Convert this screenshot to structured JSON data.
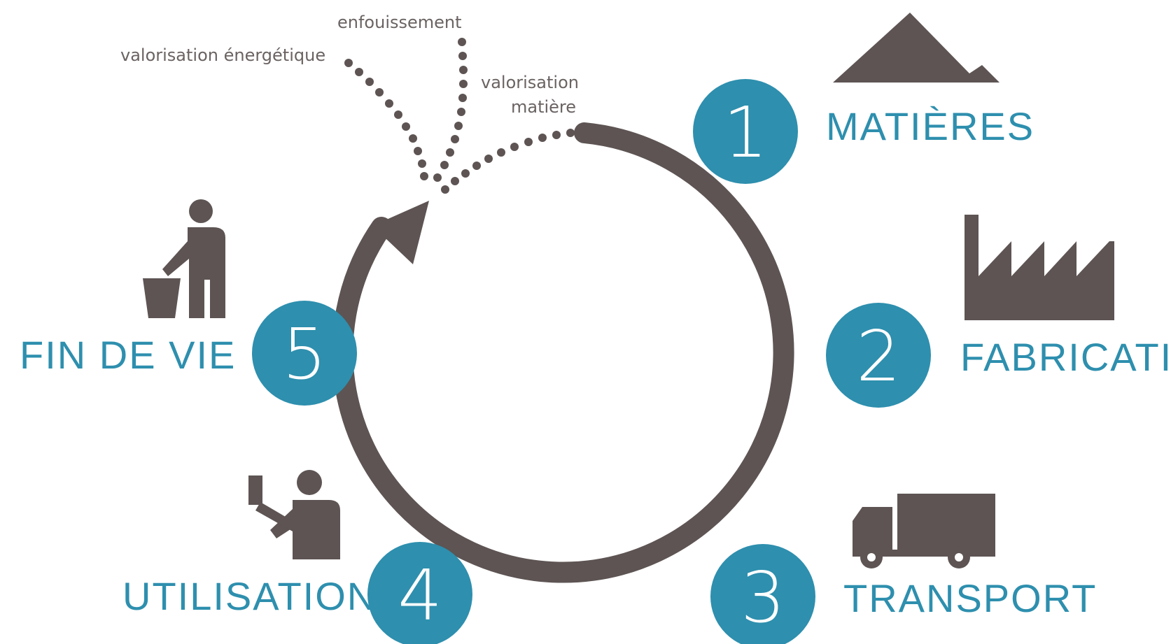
{
  "colors": {
    "accent": "#2e8fae",
    "dark": "#5d5453",
    "text_small": "#6a6362",
    "white": "#ffffff"
  },
  "stages": [
    {
      "number": "1",
      "label": "MATIÈRES",
      "icon": "mountain-icon"
    },
    {
      "number": "2",
      "label": "FABRICATION",
      "icon": "factory-icon"
    },
    {
      "number": "3",
      "label": "TRANSPORT",
      "icon": "truck-icon"
    },
    {
      "number": "4",
      "label": "UTILISATION",
      "icon": "person-phone-icon"
    },
    {
      "number": "5",
      "label": "FIN DE VIE",
      "icon": "person-trash-icon"
    }
  ],
  "end_of_life_paths": {
    "landfill": "enfouissement",
    "energy_recovery": "valorisation énergétique",
    "material_recovery_line1": "valorisation",
    "material_recovery_line2": "matière"
  }
}
